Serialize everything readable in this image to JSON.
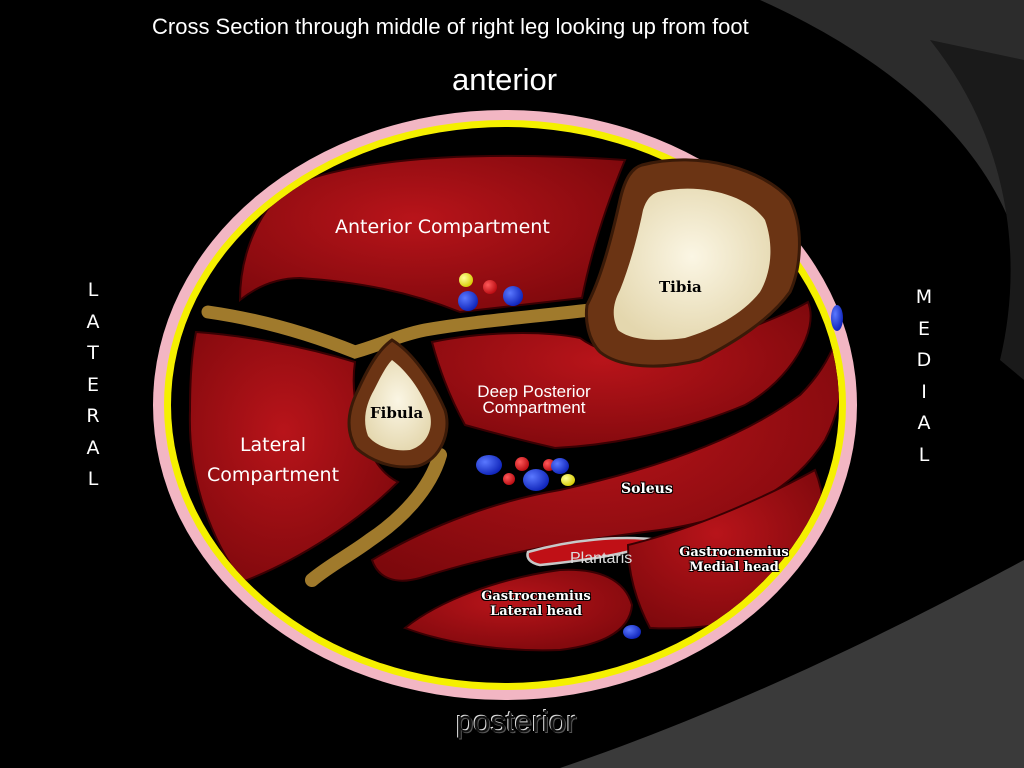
{
  "title": "Cross Section through middle of right leg looking up from foot",
  "orientation": {
    "top": "anterior",
    "bottom": "posterior",
    "left_letters": [
      "L",
      "A",
      "T",
      "E",
      "R",
      "A",
      "L"
    ],
    "right_letters": [
      "M",
      "E",
      "D",
      "I",
      "A",
      "L"
    ]
  },
  "labels": {
    "anterior_compartment": "Anterior Compartment",
    "tibia": "Tibia",
    "fibula": "Fibula",
    "lateral_line1": "Lateral",
    "lateral_line2": "Compartment",
    "deep_posterior_line1": "Deep Posterior",
    "deep_posterior_line2": "Compartment",
    "soleus": "Soleus",
    "plantaris": "Plantaris",
    "gastroc_medial_line1": "Gastrocnemius",
    "gastroc_medial_line2": "Medial head",
    "gastroc_lateral_line1": "Gastrocnemius",
    "gastroc_lateral_line2": "Lateral head"
  },
  "colors": {
    "background": "#000000",
    "skin": "#f2b6c3",
    "fascia": "#f5f000",
    "muscle": "#a50d12",
    "bone_marrow": "#f3ecd2",
    "bone_cortex": "#6b3414",
    "septum": "#a07a2c",
    "artery": "#d8111a",
    "vein": "#1530d8",
    "nerve": "#e8e000"
  }
}
